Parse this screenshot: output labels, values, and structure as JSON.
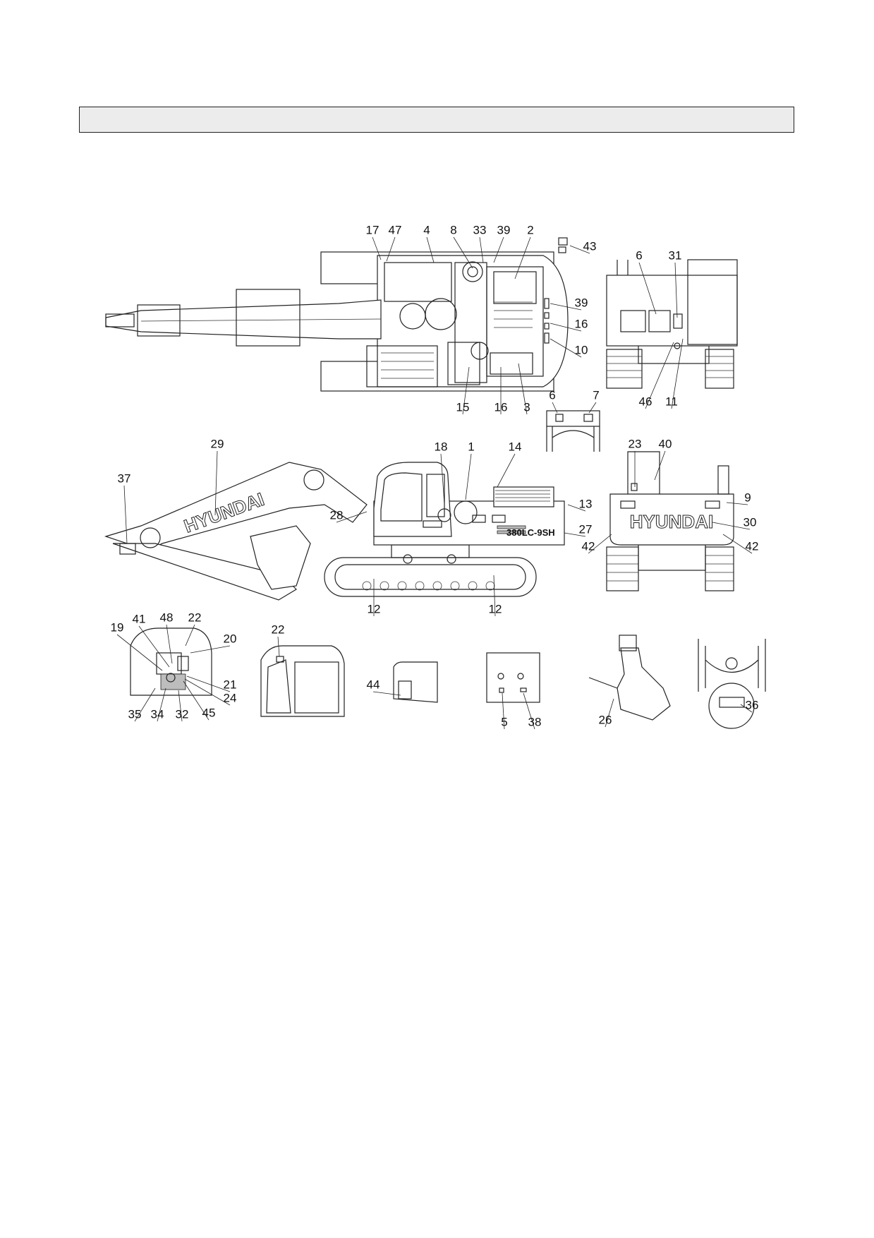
{
  "header": {
    "title": ""
  },
  "brand_text": "HYUNDAI",
  "model_text": "380LC-9SH",
  "callout_labels": [
    "17",
    "47",
    "4",
    "8",
    "33",
    "39",
    "2",
    "43",
    "6",
    "31",
    "39",
    "16",
    "10",
    "15",
    "16",
    "3",
    "46",
    "11",
    "6",
    "7",
    "29",
    "18",
    "1",
    "14",
    "23",
    "40",
    "37",
    "28",
    "13",
    "27",
    "9",
    "30",
    "42",
    "42",
    "12",
    "12",
    "19",
    "41",
    "48",
    "22",
    "20",
    "21",
    "24",
    "35",
    "34",
    "32",
    "45",
    "22",
    "44",
    "5",
    "38",
    "26",
    "36"
  ]
}
